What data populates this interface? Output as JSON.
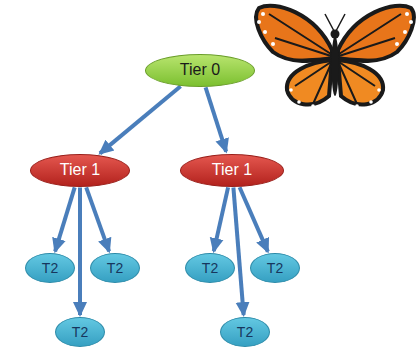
{
  "diagram": {
    "nodes": [
      {
        "text": [
          "Tier 0"
        ]
      },
      {
        "text": [
          "Tier 1"
        ]
      },
      {
        "text": [
          "Tier 1"
        ]
      },
      {
        "text": [
          "T2"
        ]
      },
      {
        "text": [
          "T2"
        ]
      },
      {
        "text": [
          "T2"
        ]
      },
      {
        "text": [
          "T2"
        ]
      },
      {
        "text": [
          "T2"
        ]
      },
      {
        "text": [
          "T2"
        ]
      }
    ],
    "edges": [
      {
        "from": 0,
        "to": 1,
        "arrow": "to"
      },
      {
        "from": 0,
        "to": 2,
        "arrow": "to"
      },
      {
        "from": 1,
        "to": 3,
        "arrow": "to"
      },
      {
        "from": 1,
        "to": 4,
        "arrow": "to"
      },
      {
        "from": 1,
        "to": 7,
        "arrow": "to"
      },
      {
        "from": 2,
        "to": 5,
        "arrow": "to"
      },
      {
        "from": 2,
        "to": 6,
        "arrow": "to"
      },
      {
        "from": 2,
        "to": 8,
        "arrow": "to"
      }
    ]
  }
}
